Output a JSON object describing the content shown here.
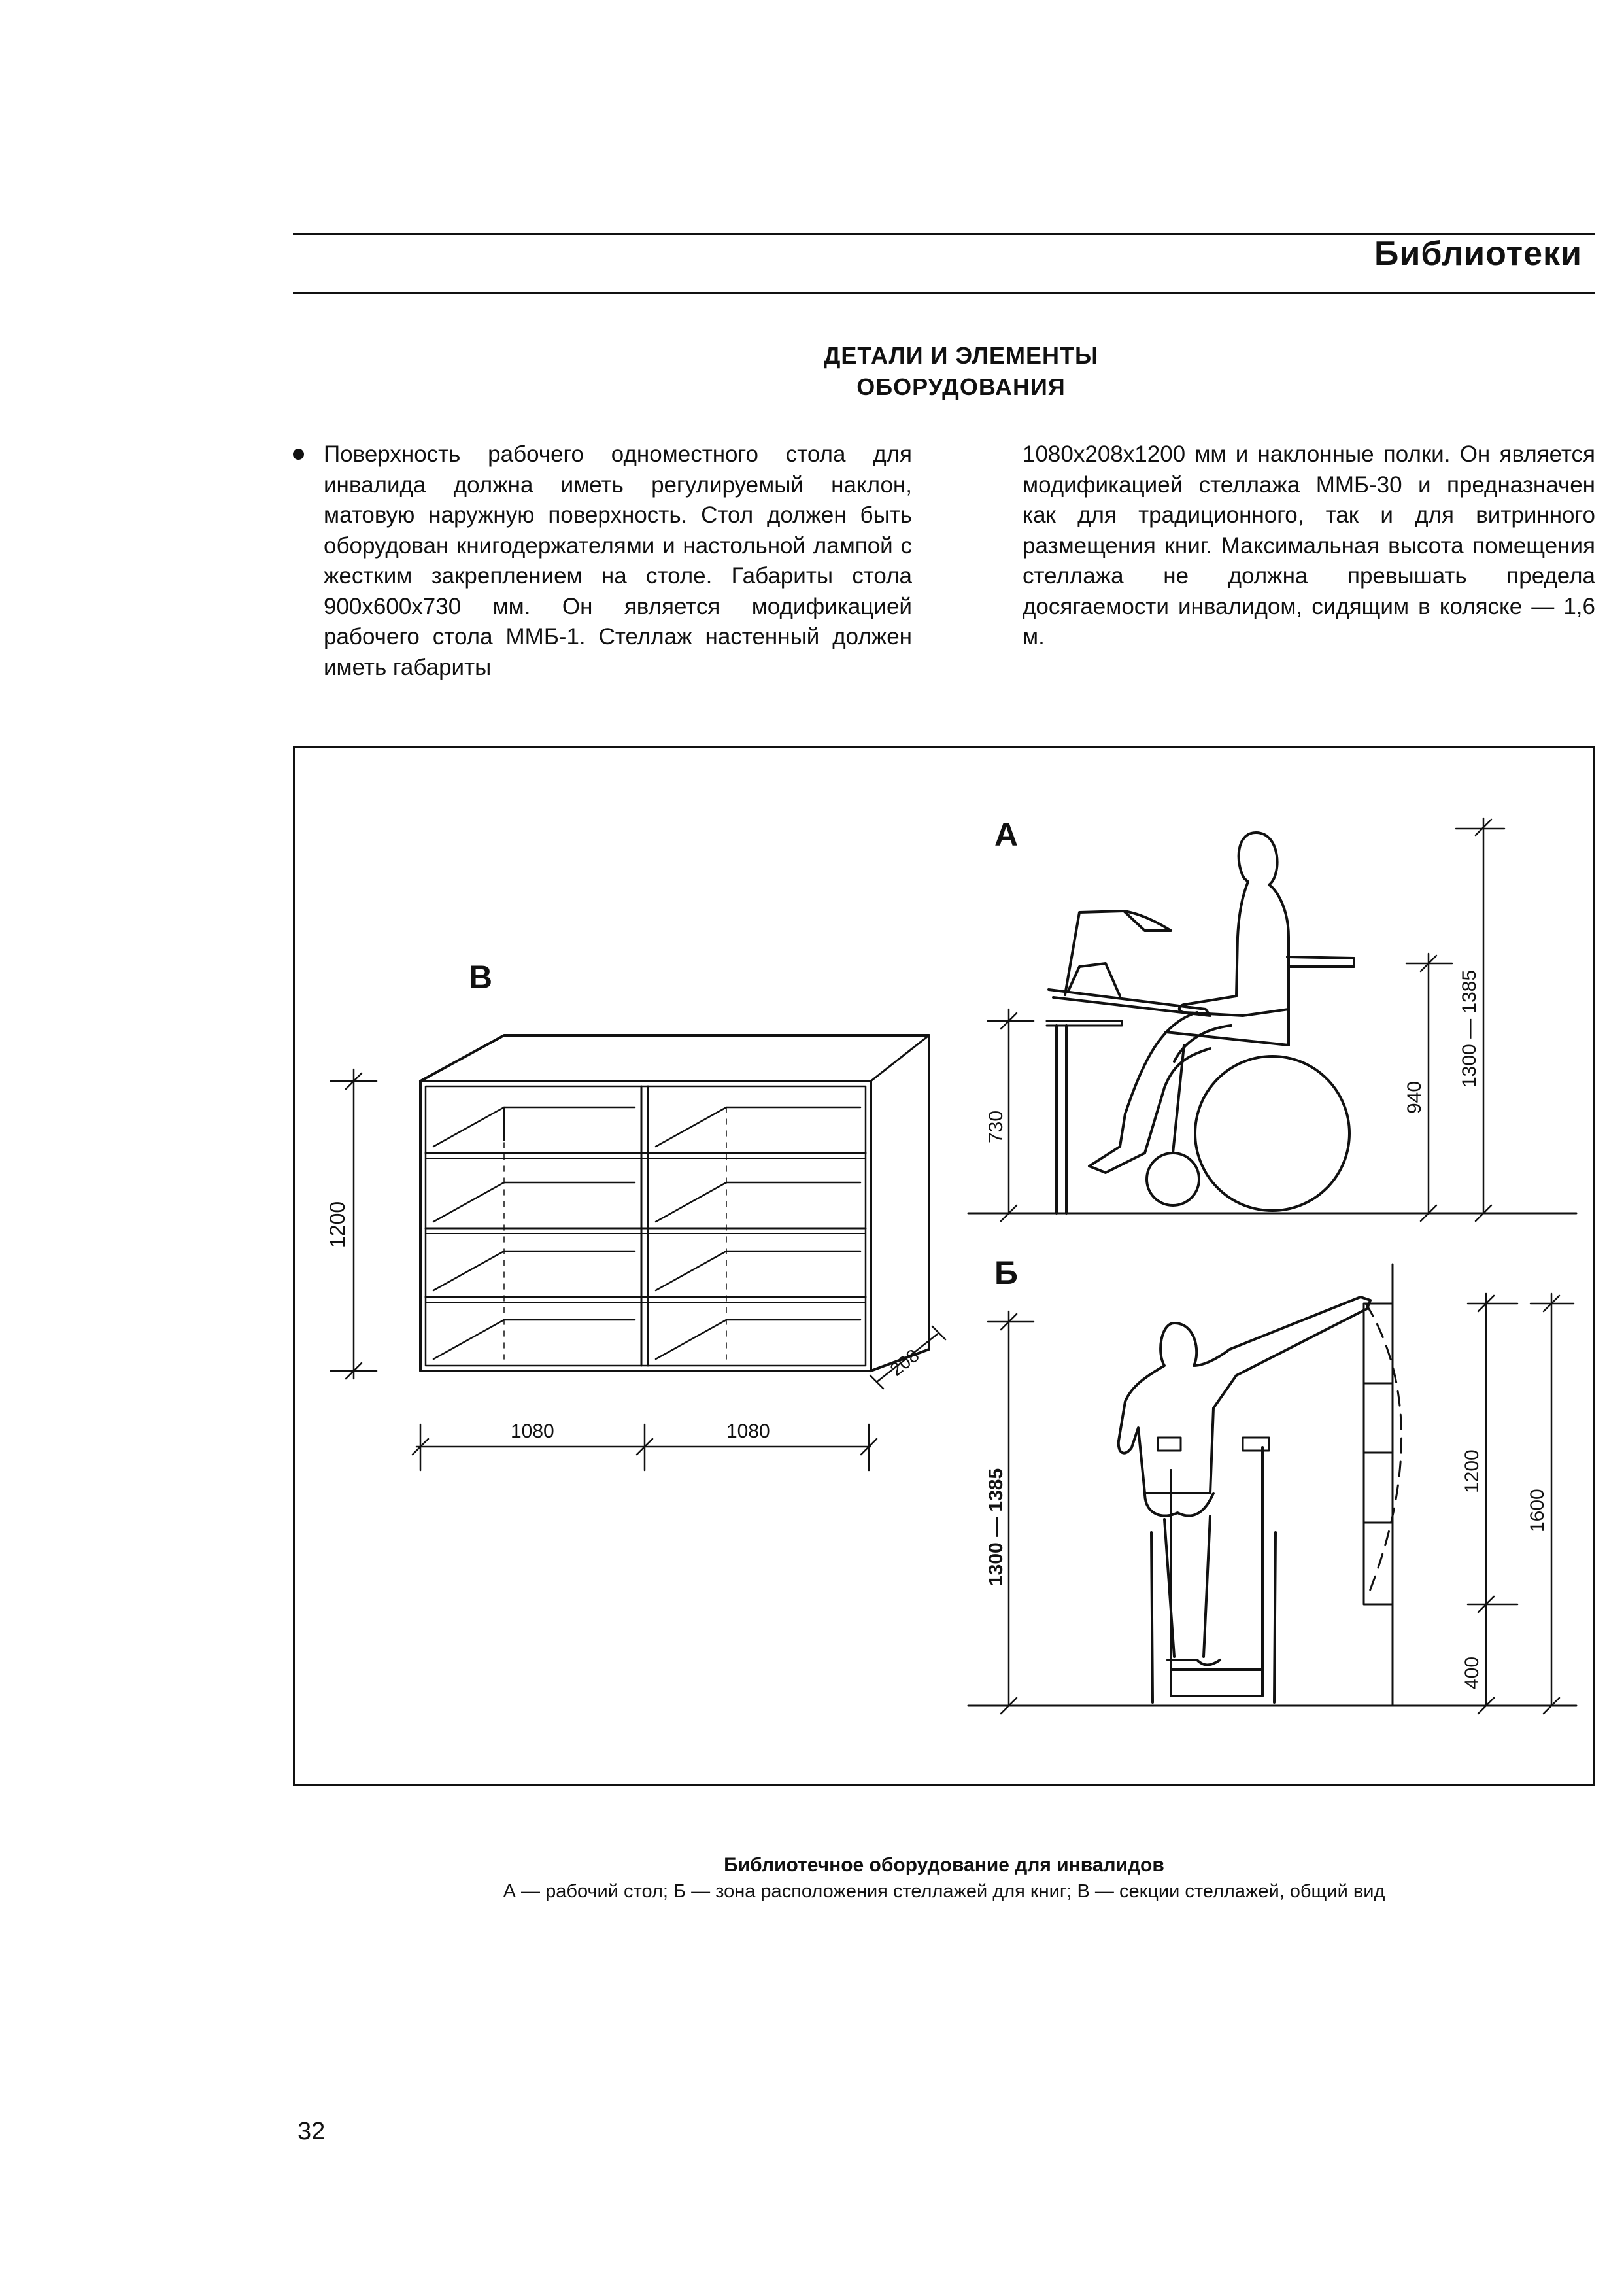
{
  "header": {
    "running_title": "Библиотеки"
  },
  "section": {
    "title_line1": "ДЕТАЛИ И ЭЛЕМЕНТЫ",
    "title_line2": "ОБОРУДОВАНИЯ"
  },
  "body": {
    "left_column": "Поверхность рабочего одноместного стола для инвалида должна иметь регулируемый наклон, матовую наружную поверхность. Стол должен быть оборудован книгодержателями и настольной лампой с жестким закреплением на столе. Габариты стола 900x600x730 мм. Он является модификацией рабочего стола ММБ-1. Стеллаж настенный должен иметь габариты",
    "right_column": "1080x208x1200 мм и наклонные полки. Он является модификацией стеллажа ММБ-30 и предназначен как для традиционного, так и для витринного размещения книг. Максимальная высота помещения стеллажа не должна превышать предела досягаемости инвалидом, сидящим в коляске — 1,6 м."
  },
  "figure": {
    "label_a": "А",
    "label_b": "Б",
    "label_v": "В",
    "dim_v_height": "1200",
    "dim_v_width_1": "1080",
    "dim_v_width_2": "1080",
    "dim_v_depth": "208",
    "dim_a_table": "730",
    "dim_a_eye": "940",
    "dim_a_reach": "1300 — 1385",
    "dim_b_reach": "1300 — 1385",
    "dim_b_shelf": "1200",
    "dim_b_total": "1600",
    "dim_b_base": "400"
  },
  "caption": {
    "title": "Библиотечное оборудование для инвалидов",
    "text": "А — рабочий стол; Б — зона расположения стеллажей для книг; В — секции стеллажей, общий вид"
  },
  "page": {
    "number": "32"
  }
}
